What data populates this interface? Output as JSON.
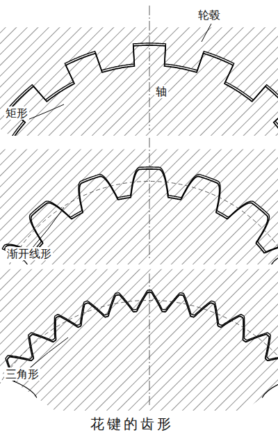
{
  "diagram": {
    "caption": "花键的齿形",
    "labels": [
      "轮毂",
      "轴",
      "矩形",
      "渐开线形",
      "三角形"
    ]
  }
}
